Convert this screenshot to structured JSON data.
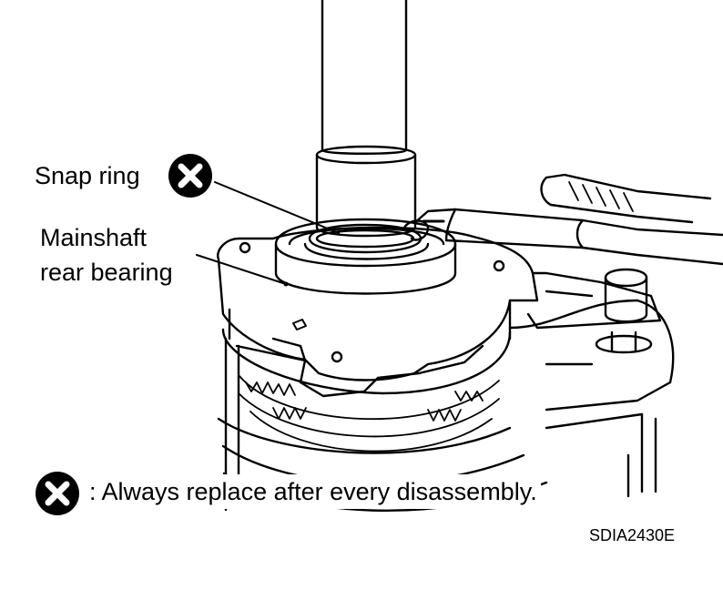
{
  "labels": {
    "snap_ring": "Snap ring",
    "mainshaft_line1": "Mainshaft",
    "mainshaft_line2": "rear bearing"
  },
  "legend": {
    "text": ": Always replace after every disassembly."
  },
  "figure_code": "SDIA2430E",
  "icons": {
    "replace_mark": "x-in-circle-icon"
  },
  "colors": {
    "ink": "#000000",
    "paper": "#ffffff"
  }
}
